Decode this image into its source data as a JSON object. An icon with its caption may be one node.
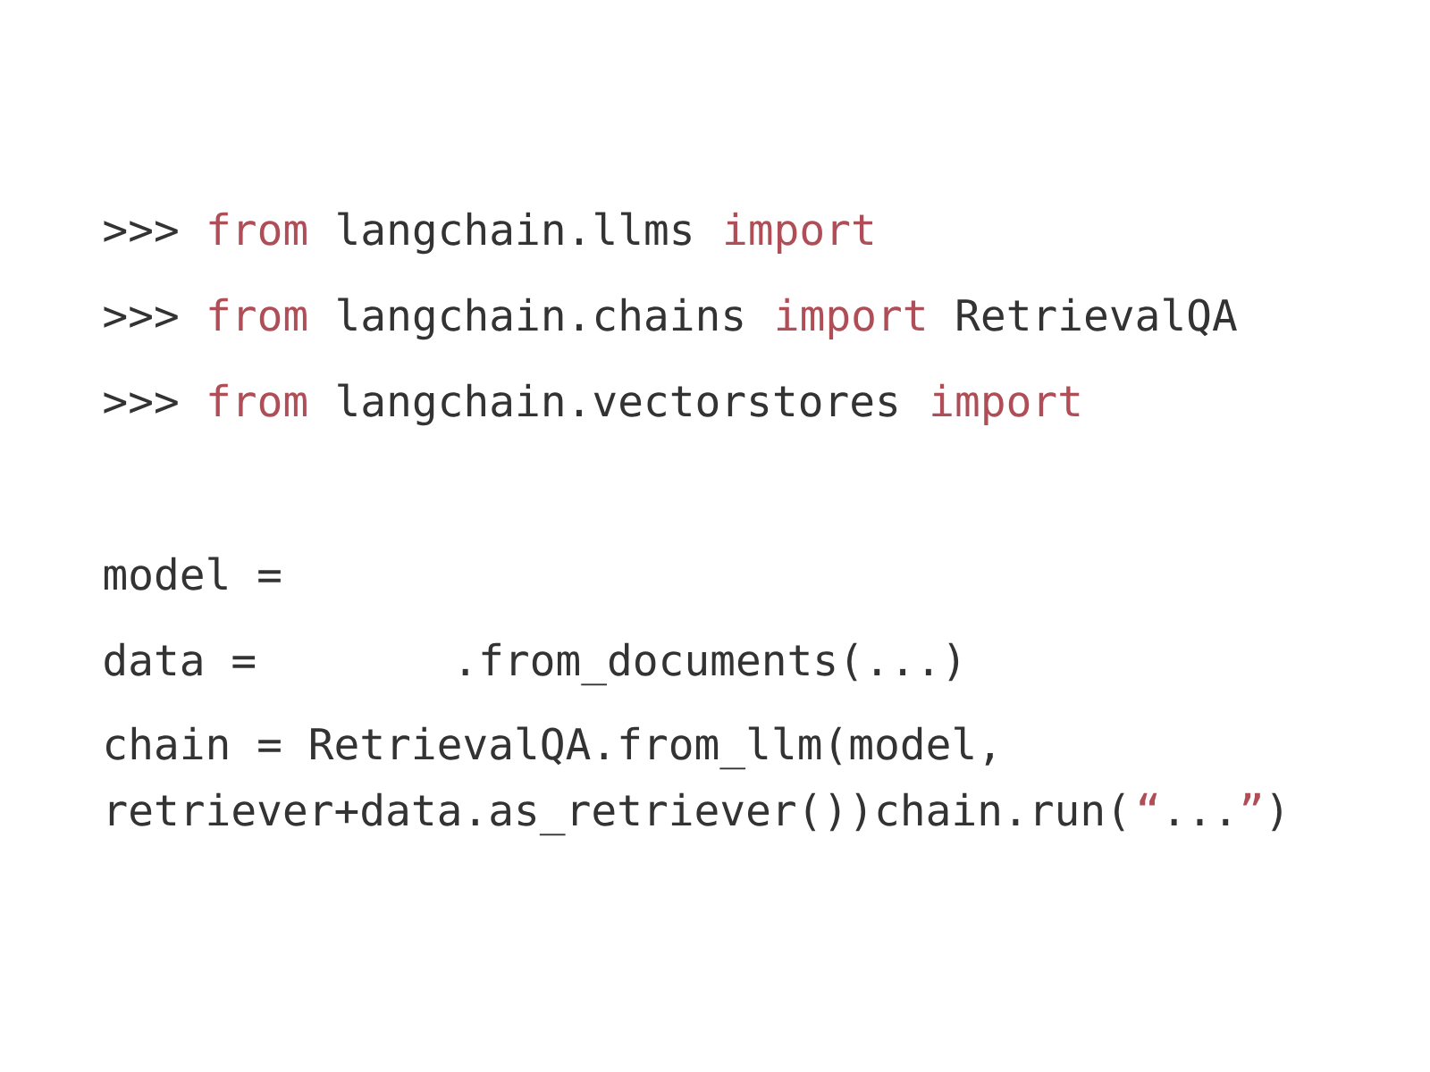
{
  "diagram": {
    "labels": [
      ">>>",
      "from",
      "langchain.llms",
      "import",
      ">>>",
      "from",
      "langchain.chains",
      "import",
      "RetrievalQA",
      ">>>",
      "from",
      "langchain.vectorstores",
      "import",
      "model =",
      "data =",
      ".from_documents(...)",
      "chain = RetrievalQA.from_llm(model,",
      "retriever+data.as_retriever())chain.run(",
      "“",
      "...",
      "”",
      ")"
    ]
  }
}
